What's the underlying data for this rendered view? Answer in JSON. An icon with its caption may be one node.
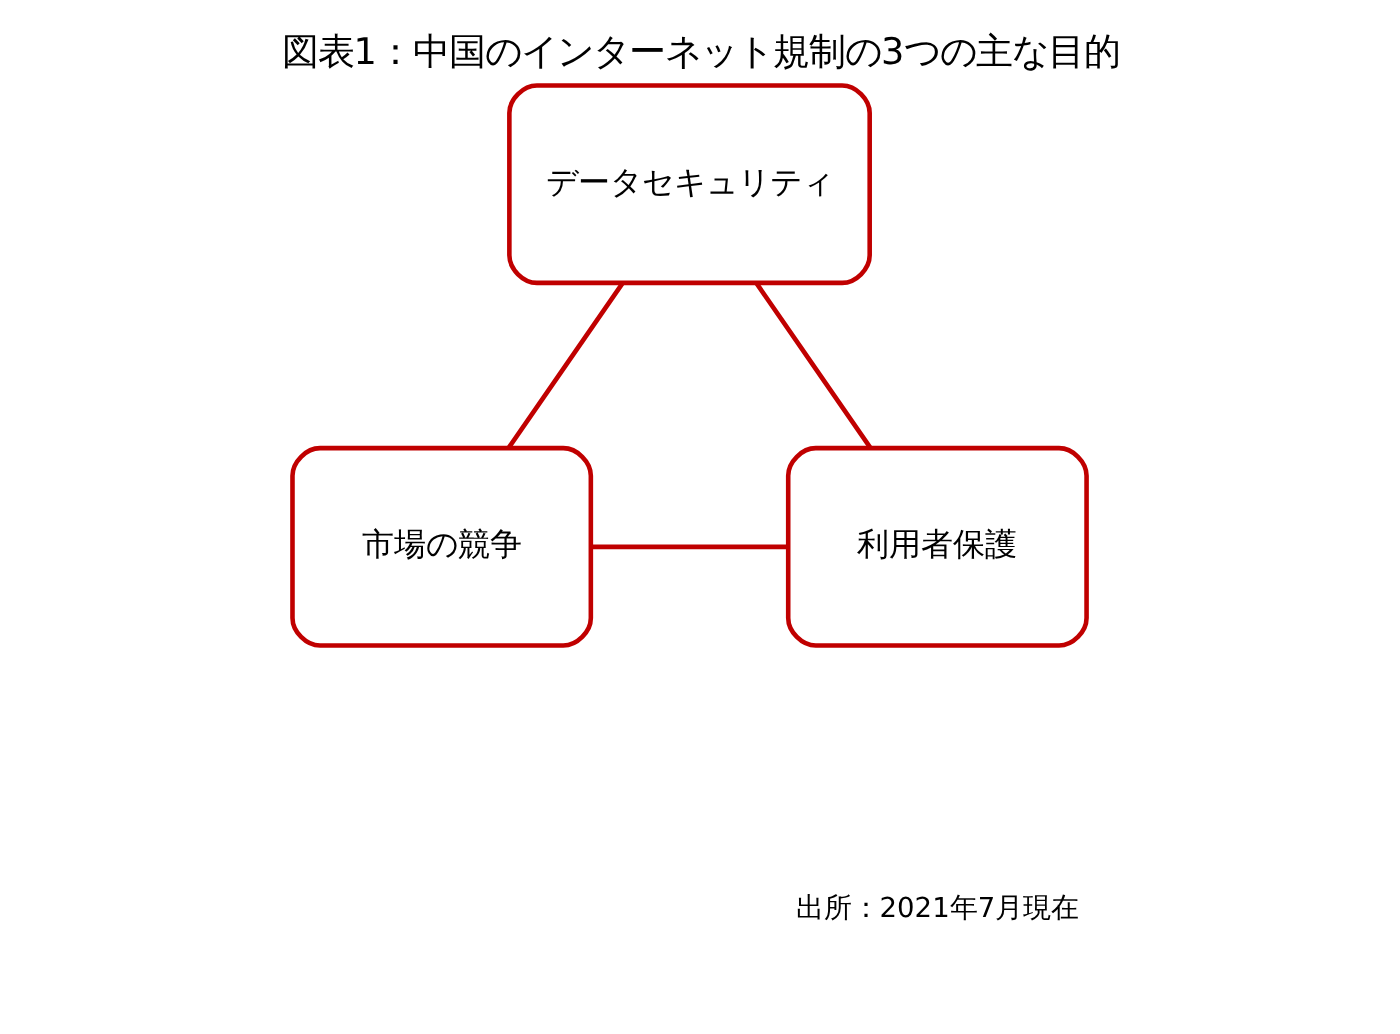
{
  "diagram": {
    "title": "図表1：中国のインターネット規制の3つの主な目的",
    "caption": "出所：2021年7月現在",
    "nodes": [
      {
        "text": [
          "データセキュリティ"
        ]
      },
      {
        "text": [
          "市場の競争"
        ]
      },
      {
        "text": [
          "利用者保護"
        ]
      }
    ],
    "edges": [
      {
        "from": 0,
        "to": 1,
        "arrow": "none"
      },
      {
        "from": 0,
        "to": 2,
        "arrow": "none"
      },
      {
        "from": 1,
        "to": 2,
        "arrow": "none"
      }
    ]
  }
}
